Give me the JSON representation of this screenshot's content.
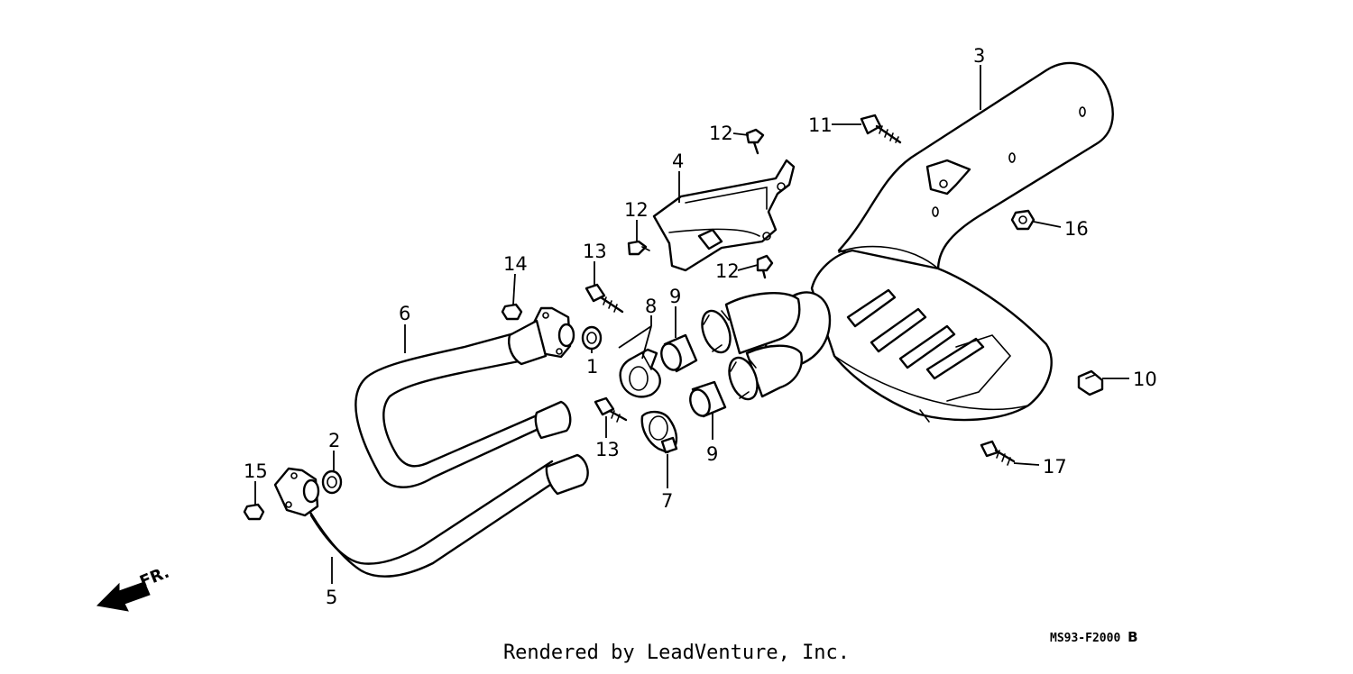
{
  "callouts": {
    "p1": "1",
    "p2": "2",
    "p3": "3",
    "p4": "4",
    "p5": "5",
    "p6": "6",
    "p7": "7",
    "p8": "8",
    "p9a": "9",
    "p9b": "9",
    "p10": "10",
    "p11": "11",
    "p12a": "12",
    "p12b": "12",
    "p12c": "12",
    "p13a": "13",
    "p13b": "13",
    "p14": "14",
    "p15": "15",
    "p16": "16",
    "p17": "17"
  },
  "direction_label": "FR.",
  "diagram_code": "MS93-F2000",
  "diagram_rev": "B",
  "footer": "Rendered by LeadVenture, Inc."
}
